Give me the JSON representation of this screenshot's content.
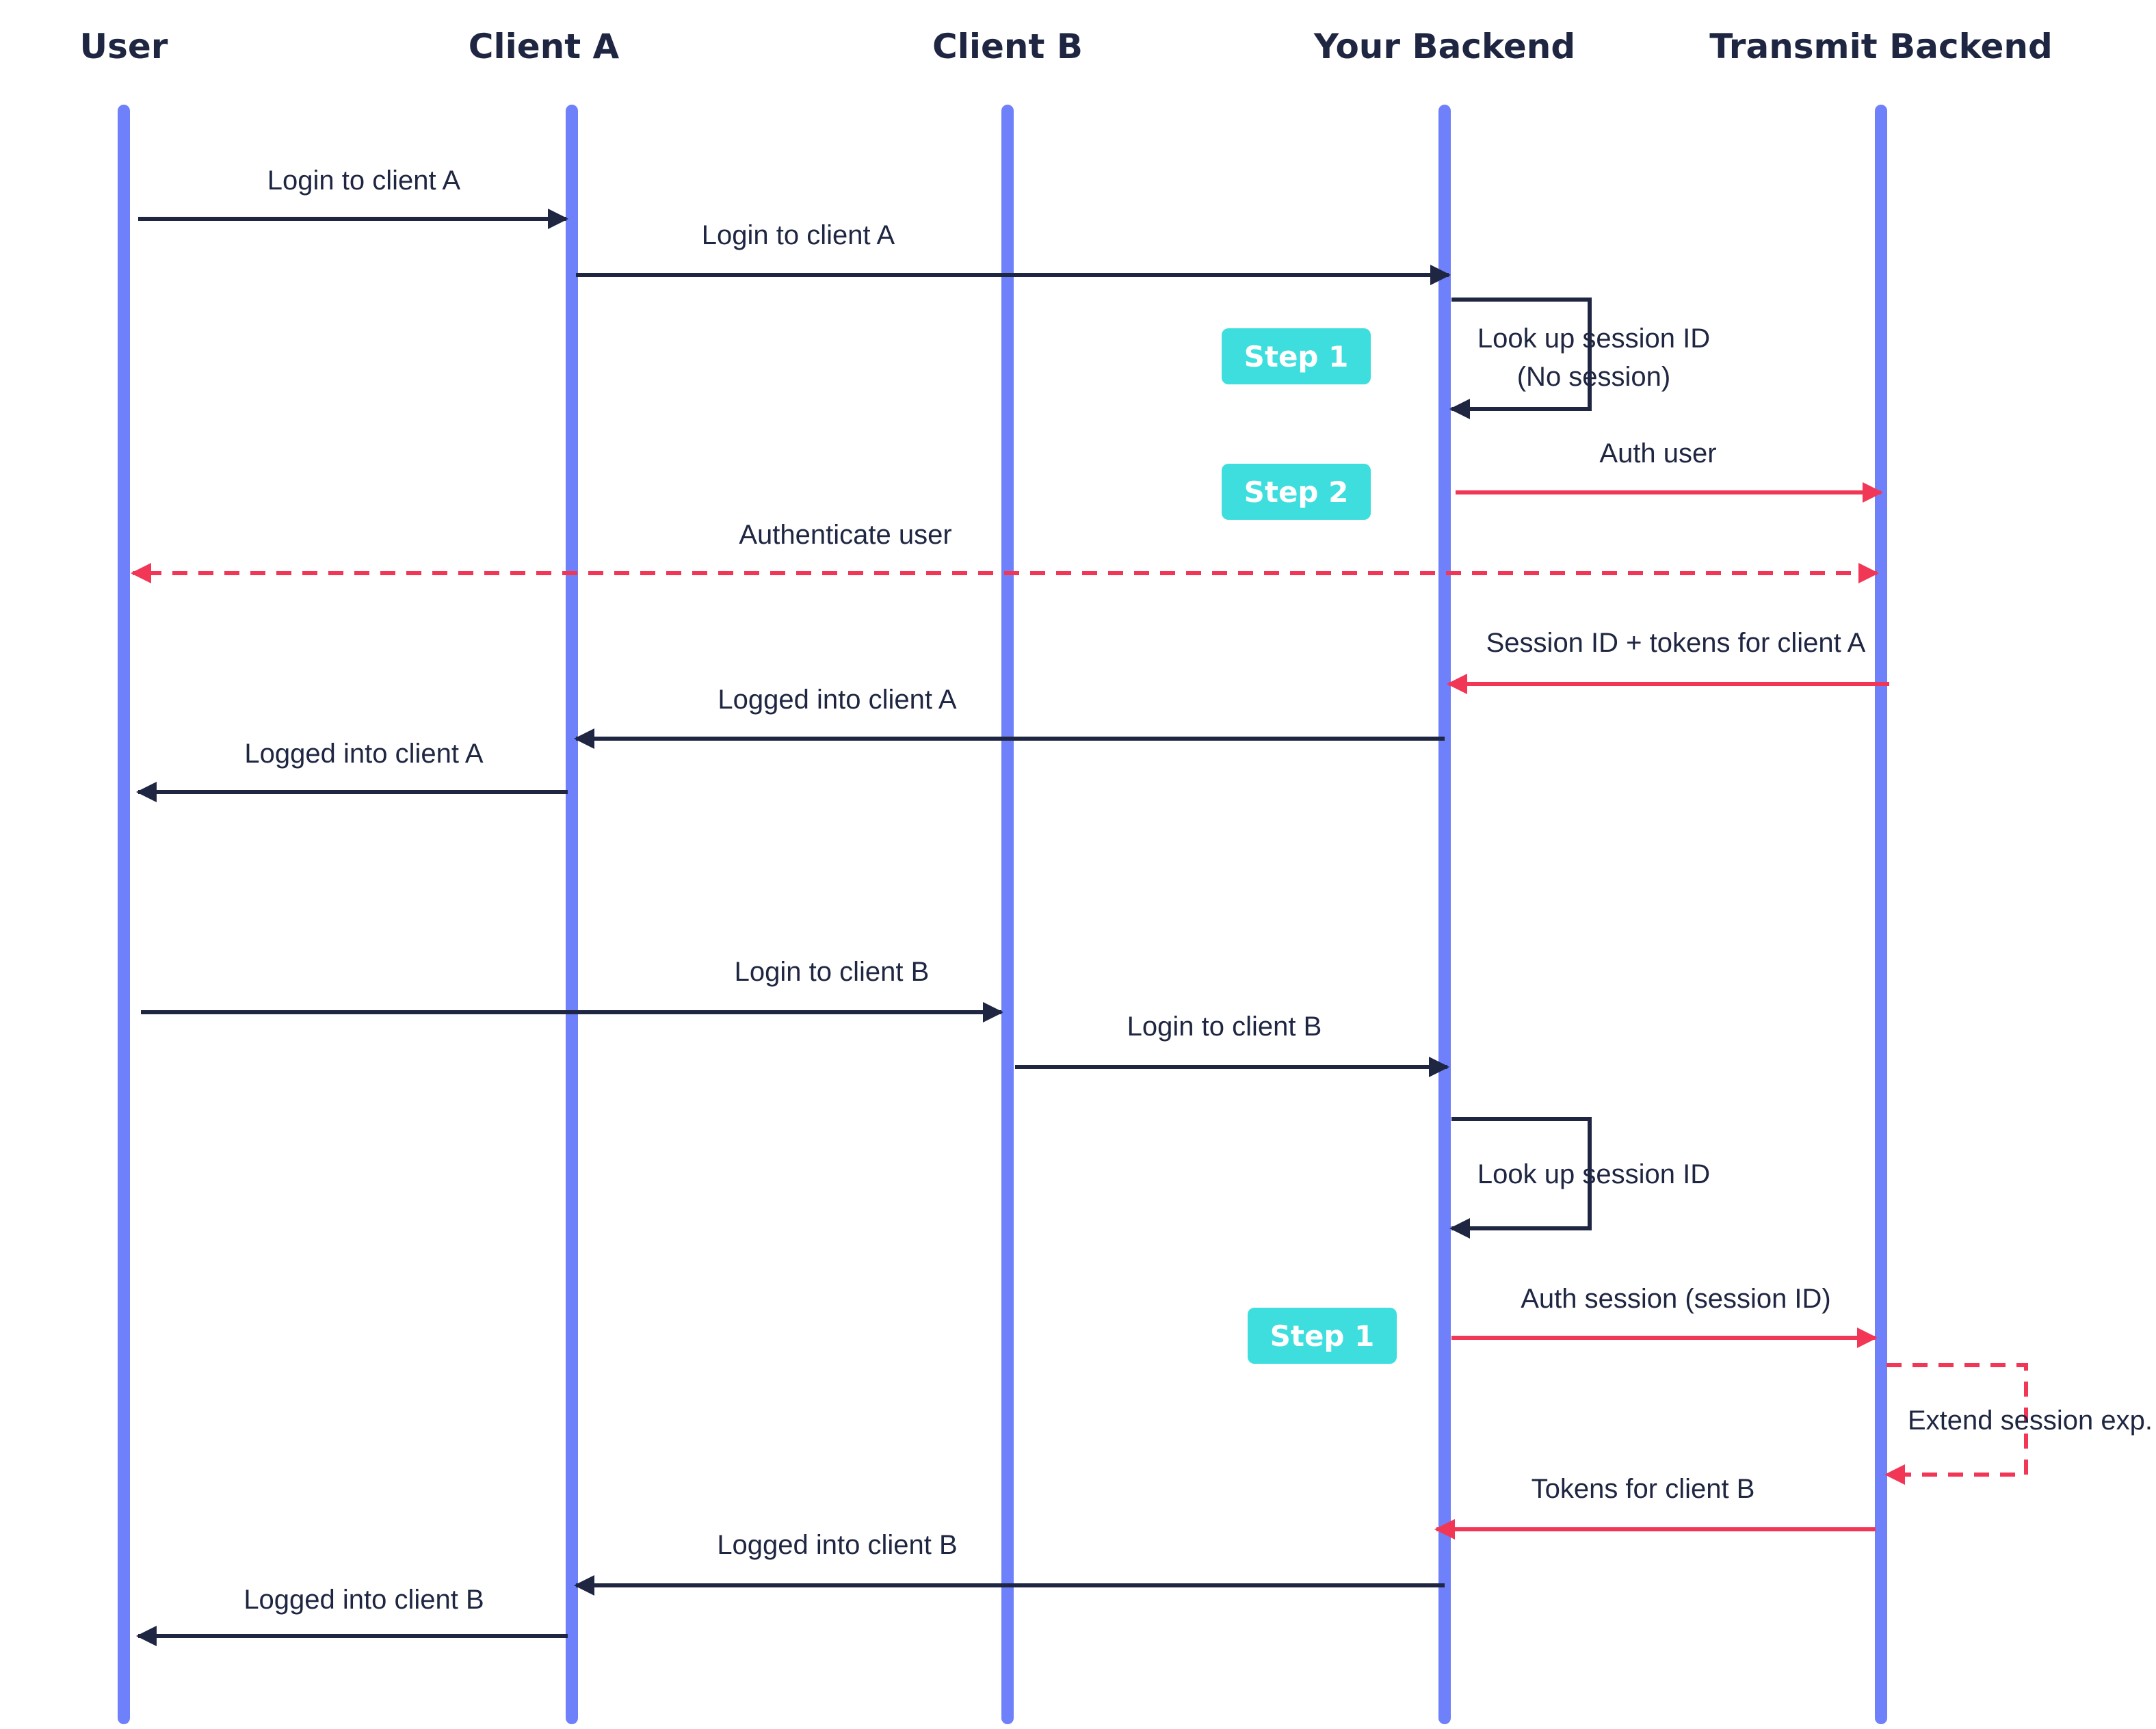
{
  "colors": {
    "lifeline": "#6f80fb",
    "dark_arrow": "#1f2642",
    "red_arrow": "#f23656",
    "step_badge": "#3ddedd",
    "step_text": "#ffffff",
    "text": "#1f2642"
  },
  "participants": [
    {
      "id": "user",
      "label": "User"
    },
    {
      "id": "client-a",
      "label": "Client A"
    },
    {
      "id": "client-b",
      "label": "Client B"
    },
    {
      "id": "your-backend",
      "label": "Your Backend"
    },
    {
      "id": "transmit-backend",
      "label": "Transmit Backend"
    }
  ],
  "messages": [
    {
      "id": "m1",
      "from": "user",
      "to": "client-a",
      "label": "Login to client A",
      "style": "solid",
      "color": "dark"
    },
    {
      "id": "m2",
      "from": "client-a",
      "to": "your-backend",
      "label": "Login to client A",
      "style": "solid",
      "color": "dark"
    },
    {
      "id": "m3",
      "from": "your-backend",
      "to": "your-backend",
      "label": [
        "Look up session ID",
        "(No session)"
      ],
      "style": "solid",
      "color": "dark",
      "self": true
    },
    {
      "id": "m4",
      "from": "your-backend",
      "to": "transmit-backend",
      "label": "Auth user",
      "style": "solid",
      "color": "red"
    },
    {
      "id": "m5",
      "from": "transmit-backend",
      "to": "user",
      "label": "Authenticate user",
      "style": "dashed",
      "color": "red",
      "bidirectional": true
    },
    {
      "id": "m6",
      "from": "transmit-backend",
      "to": "your-backend",
      "label": "Session ID + tokens for client A",
      "style": "solid",
      "color": "red"
    },
    {
      "id": "m7",
      "from": "your-backend",
      "to": "client-a",
      "label": "Logged into client A",
      "style": "solid",
      "color": "dark"
    },
    {
      "id": "m8",
      "from": "client-a",
      "to": "user",
      "label": "Logged into client A",
      "style": "solid",
      "color": "dark"
    },
    {
      "id": "m9",
      "from": "user",
      "to": "client-b",
      "label": "Login to client B",
      "style": "solid",
      "color": "dark"
    },
    {
      "id": "m10",
      "from": "client-b",
      "to": "your-backend",
      "label": "Login to client B",
      "style": "solid",
      "color": "dark"
    },
    {
      "id": "m11",
      "from": "your-backend",
      "to": "your-backend",
      "label": [
        "Look up session ID"
      ],
      "style": "solid",
      "color": "dark",
      "self": true
    },
    {
      "id": "m12",
      "from": "your-backend",
      "to": "transmit-backend",
      "label": "Auth session (session ID)",
      "style": "solid",
      "color": "red"
    },
    {
      "id": "m13",
      "from": "transmit-backend",
      "to": "transmit-backend",
      "label": [
        "Extend session exp."
      ],
      "style": "dashed",
      "color": "red",
      "self": true
    },
    {
      "id": "m14",
      "from": "transmit-backend",
      "to": "your-backend",
      "label": "Tokens for client B",
      "style": "solid",
      "color": "red"
    },
    {
      "id": "m15",
      "from": "your-backend",
      "to": "client-a",
      "label": "Logged into client B",
      "style": "solid",
      "color": "dark"
    },
    {
      "id": "m16",
      "from": "client-a",
      "to": "user",
      "label": "Logged into client B",
      "style": "solid",
      "color": "dark"
    }
  ],
  "steps": [
    {
      "id": "s1",
      "label": "Step 1"
    },
    {
      "id": "s2",
      "label": "Step 2"
    },
    {
      "id": "s3",
      "label": "Step 1"
    }
  ]
}
